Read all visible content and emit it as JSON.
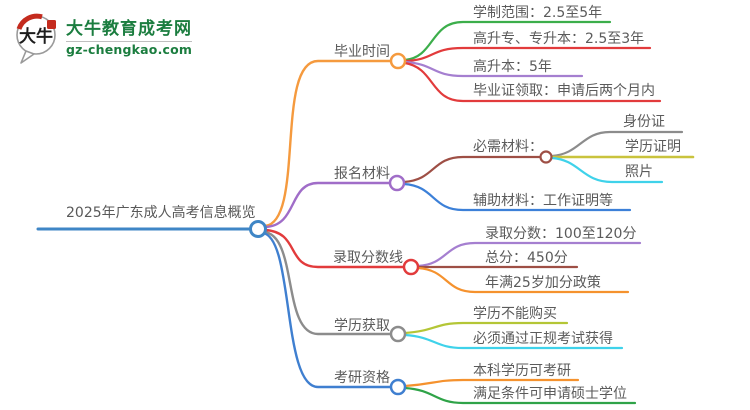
{
  "logo": {
    "icon_text": "大牛",
    "title": "大牛教育成考网",
    "url": "gz-chengkao.com",
    "brand_color": "#1b7d3f",
    "seal_color": "#c42b1e"
  },
  "central": {
    "label": "2025年广东成人高考信息概览",
    "color": "#3f86c6"
  },
  "branches": [
    {
      "label": "毕业时间",
      "color": "#f59a3e",
      "children": [
        {
          "label": "学制范围：2.5至5年",
          "color": "#3cae4b"
        },
        {
          "label": "高升专、专升本：2.5至3年",
          "color": "#e23b3c"
        },
        {
          "label": "高升本：5年",
          "color": "#a57fd0"
        },
        {
          "label": "毕业证领取：申请后两个月内",
          "color": "#e23b3c"
        }
      ]
    },
    {
      "label": "报名材料",
      "color": "#a06dc8",
      "children": [
        {
          "label": "必需材料：",
          "color": "#9e4f45",
          "children": [
            {
              "label": "身份证",
              "color": "#8c8c8c"
            },
            {
              "label": "学历证明",
              "color": "#c9c33d"
            },
            {
              "label": "照片",
              "color": "#3fd2ea"
            }
          ]
        },
        {
          "label": "辅助材料：工作证明等",
          "color": "#3c80d8"
        }
      ]
    },
    {
      "label": "录取分数线",
      "color": "#e23b3c",
      "children": [
        {
          "label": "录取分数：100至120分",
          "color": "#a57fd0"
        },
        {
          "label": "总分：450分",
          "color": "#9e4f45"
        },
        {
          "label": "年满25岁加分政策",
          "color": "#f5922e"
        }
      ]
    },
    {
      "label": "学历获取",
      "color": "#8c8c8c",
      "children": [
        {
          "label": "学历不能购买",
          "color": "#b4c636"
        },
        {
          "label": "必须通过正规考试获得",
          "color": "#3fd2ea"
        }
      ]
    },
    {
      "label": "考研资格",
      "color": "#3f7fd0",
      "children": [
        {
          "label": "本科学历可考研",
          "color": "#f5922e"
        },
        {
          "label": "满足条件可申请硕士学位",
          "color": "#2fa348"
        }
      ]
    }
  ]
}
